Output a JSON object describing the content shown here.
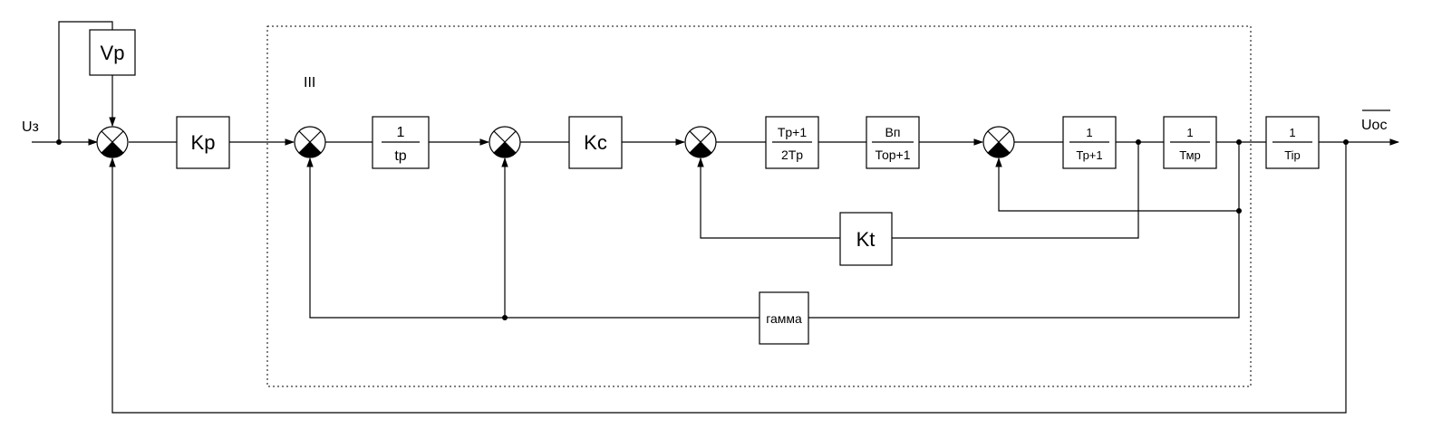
{
  "signals": {
    "input": "Uз",
    "output": "Uос",
    "region_label": "III"
  },
  "blocks": {
    "vp": "Vp",
    "kp": "Kp",
    "int_num": "1",
    "int_den": "tp",
    "kc": "Kc",
    "corr_num": "Tp+1",
    "corr_den": "2Tp",
    "conv_num": "Вп",
    "conv_den": "Тор+1",
    "arm_num": "1",
    "arm_den": "Тр+1",
    "mech_num": "1",
    "mech_den": "Тмр",
    "out_num": "1",
    "out_den": "Tip",
    "kt": "Kt",
    "gamma": "гамма"
  }
}
